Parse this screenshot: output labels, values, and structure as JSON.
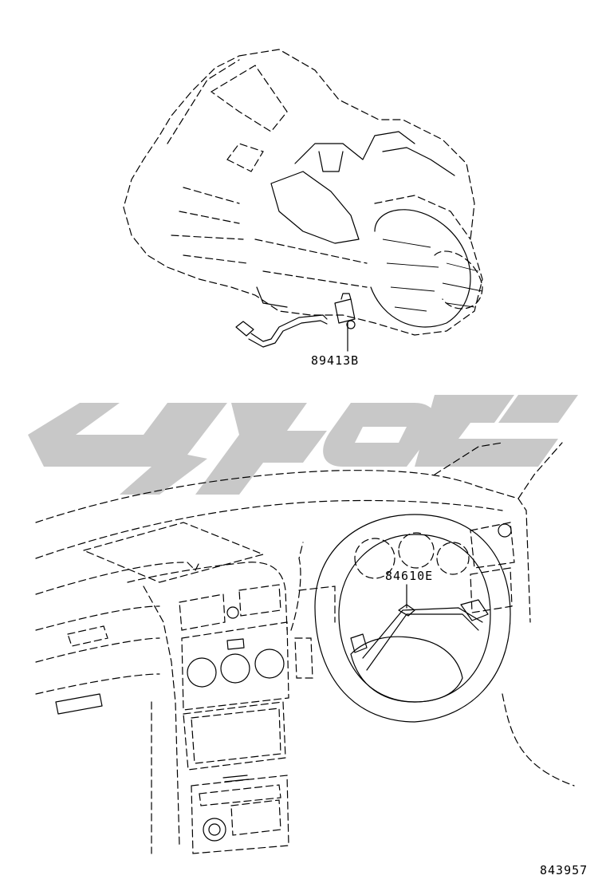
{
  "parts": {
    "transmission_sensor": "89413B",
    "steering_switch": "84610E"
  },
  "diagram_ref": "843957",
  "colors": {
    "line": "#000000",
    "watermark": "#c8c8c8",
    "background": "#ffffff"
  }
}
